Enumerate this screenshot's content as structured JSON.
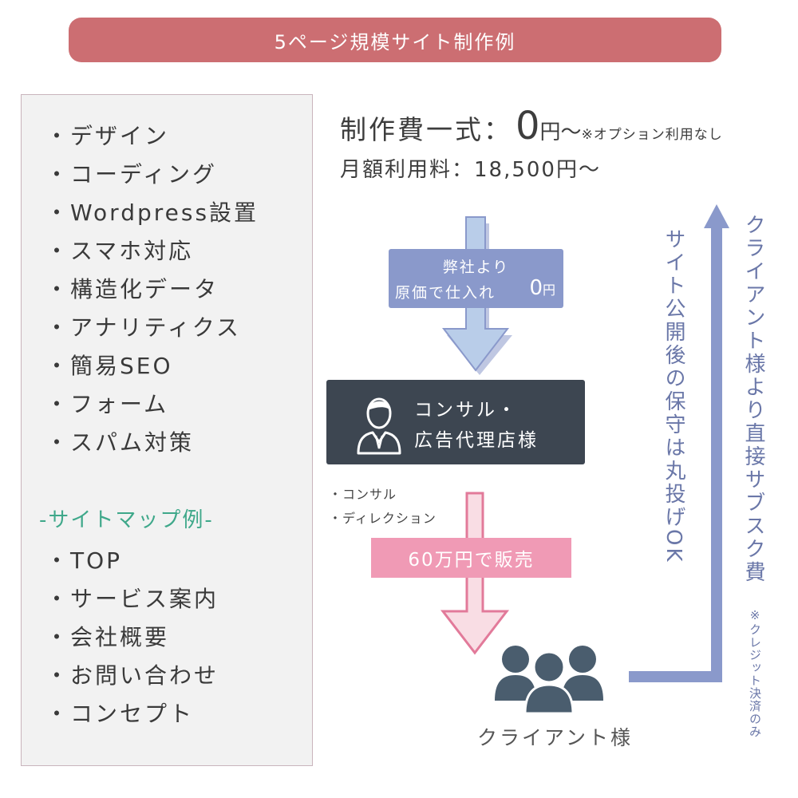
{
  "header": {
    "title": "5ページ規模サイト制作例"
  },
  "features": {
    "items": [
      "・デザイン",
      "・コーディング",
      "・Wordpress設置",
      "・スマホ対応",
      "・構造化データ",
      "・アナリティクス",
      "・簡易SEO",
      "・フォーム",
      "・スパム対策"
    ]
  },
  "sitemap": {
    "heading": "-サイトマップ例-",
    "items": [
      "・TOP",
      "・サービス案内",
      "・会社概要",
      "・お問い合わせ",
      "・コンセプト"
    ]
  },
  "pricing": {
    "production_label": "制作費一式：",
    "production_value": "0",
    "production_unit": "円～",
    "production_note": "※オプション利用なし",
    "monthly": "月額利用料：18,500円～"
  },
  "flow": {
    "source_line1": "弊社より",
    "source_line2": "原価で仕入れ",
    "source_price": "0",
    "source_price_unit": "円",
    "consultant_line1": "コンサル・",
    "consultant_line2": "広告代理店様",
    "services": [
      "・コンサル",
      "・ディレクション"
    ],
    "sale_label": "60万円で販売",
    "client_label": "クライアント様",
    "maintenance_text": "サイト公開後の保守は丸投げOK",
    "subscription_text": "クライアント様より直接サブスク費",
    "credit_note": "※クレジット決済のみ"
  },
  "colors": {
    "title_bar": "#cc6e72",
    "heading_green": "#3fa88a",
    "source_box": "#8a99cb",
    "consultant_box": "#3d4651",
    "sale_box": "#f09ab5",
    "arrow_blue": "#b9cde9",
    "arrow_pink": "#f9dde4",
    "connector_blue": "#8a99cb",
    "client_icon": "#4a5d6e"
  },
  "icons": {
    "consultant": "person-icon",
    "client": "group-icon"
  }
}
